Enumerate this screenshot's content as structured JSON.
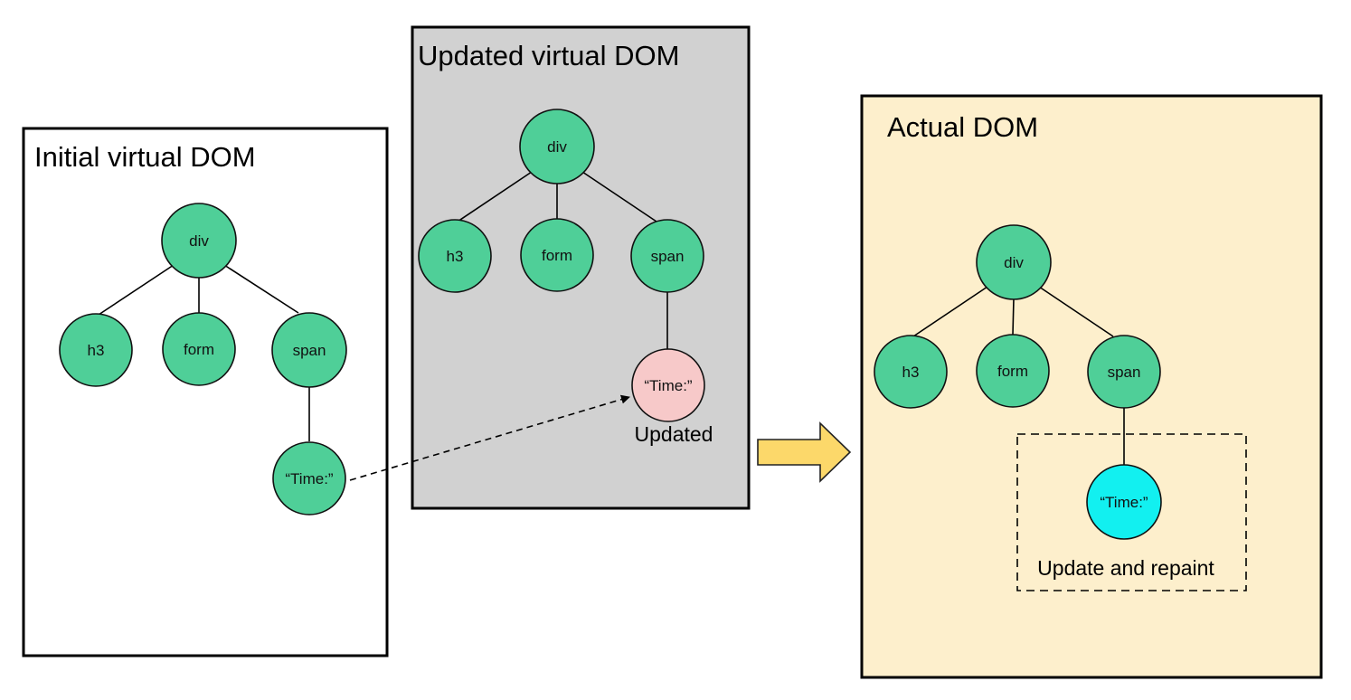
{
  "colors": {
    "node_fill": "#4fcf98",
    "node_stroke": "#111111",
    "updated_node_fill": "#f7c9c9",
    "repaint_node_fill": "#12f0f0",
    "updated_panel_bg": "#d1d1d1",
    "actual_panel_bg": "#fdefcc",
    "arrow_fill": "#fcd86a",
    "arrow_stroke": "#222222"
  },
  "panels": {
    "initial": {
      "title": "Initial virtual DOM",
      "nodes": {
        "root": "div",
        "left": "h3",
        "middle": "form",
        "right": "span",
        "child": "“Time:”"
      }
    },
    "updated": {
      "title": "Updated virtual DOM",
      "nodes": {
        "root": "div",
        "left": "h3",
        "middle": "form",
        "right": "span",
        "child": "“Time:”"
      },
      "child_caption": "Updated"
    },
    "actual": {
      "title": "Actual DOM",
      "nodes": {
        "root": "div",
        "left": "h3",
        "middle": "form",
        "right": "span",
        "child": "“Time:”"
      },
      "repaint_caption": "Update and repaint"
    }
  }
}
